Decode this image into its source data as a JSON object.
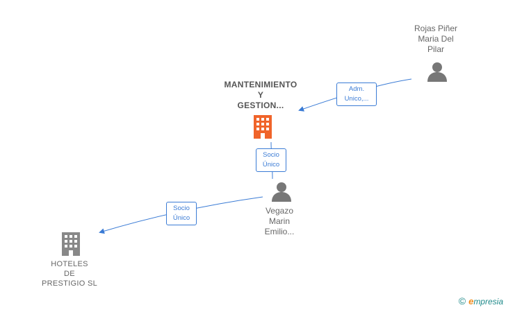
{
  "nodes": {
    "mantenimiento": {
      "label": "MANTENIMIENTO\nY\nGESTION...",
      "type": "company",
      "color": "#f0642a"
    },
    "rojas": {
      "label": "Rojas Piñer\nMaria Del\nPilar",
      "type": "person",
      "color": "#666666"
    },
    "vegazo": {
      "label": "Vegazo\nMarin\nEmilio...",
      "type": "person",
      "color": "#666666"
    },
    "hoteles": {
      "label": "HOTELES\nDE\nPRESTIGIO  SL",
      "type": "company",
      "color": "#888888"
    }
  },
  "edges": [
    {
      "from": "rojas",
      "to": "mantenimiento",
      "label": "Adm.\nUnico,..."
    },
    {
      "from": "vegazo",
      "to": "mantenimiento",
      "label": "Socio\nÚnico"
    },
    {
      "from": "vegazo",
      "to": "hoteles",
      "label": "Socio\nÚnico"
    }
  ],
  "brand": {
    "copyright": "©",
    "initial": "e",
    "name": "mpresia"
  },
  "colors": {
    "edge": "#3a7bd5"
  }
}
